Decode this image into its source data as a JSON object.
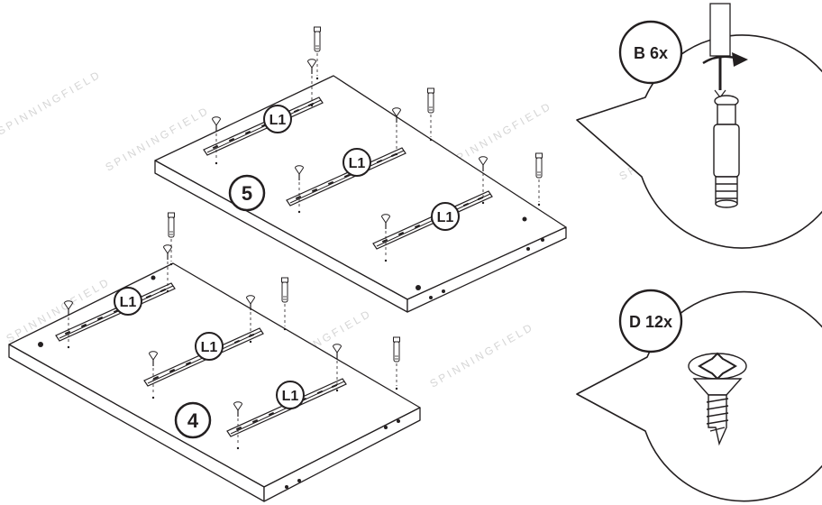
{
  "watermark": {
    "text": "SPINNINGFIELD"
  },
  "panels": [
    {
      "step": "4",
      "rail_label": "L1"
    },
    {
      "step": "5",
      "rail_label": "L1"
    }
  ],
  "callouts": [
    {
      "part": "B 6x",
      "icon": "cam-dowel-screw-icon"
    },
    {
      "part": "D 12x",
      "icon": "countersunk-screw-icon"
    }
  ],
  "colors": {
    "line": "#231f20",
    "watermark": "#d6d6d6",
    "panel_fill": "#ffffff"
  }
}
